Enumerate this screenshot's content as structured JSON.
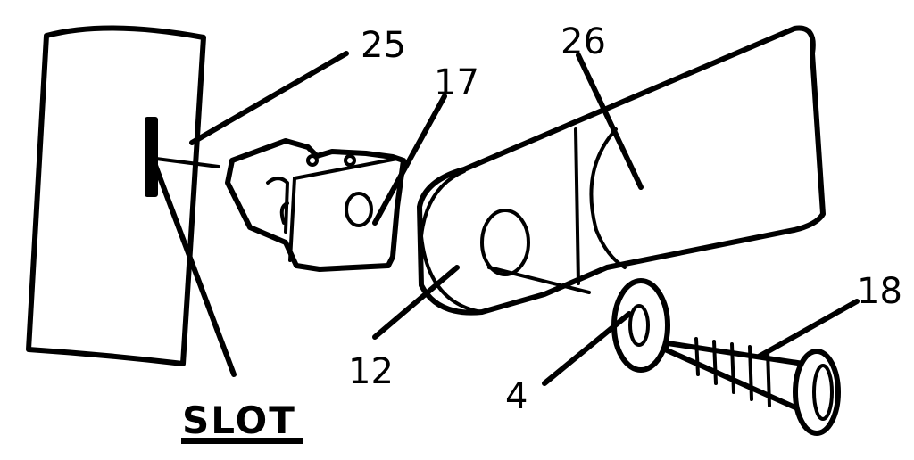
{
  "labels": {
    "part_25": "25",
    "part_17": "17",
    "part_26": "26",
    "part_12": "12",
    "part_4": "4",
    "part_18": "18",
    "slot": "SLOT"
  },
  "colors": {
    "ink": "#000000",
    "paper": "#ffffff"
  }
}
